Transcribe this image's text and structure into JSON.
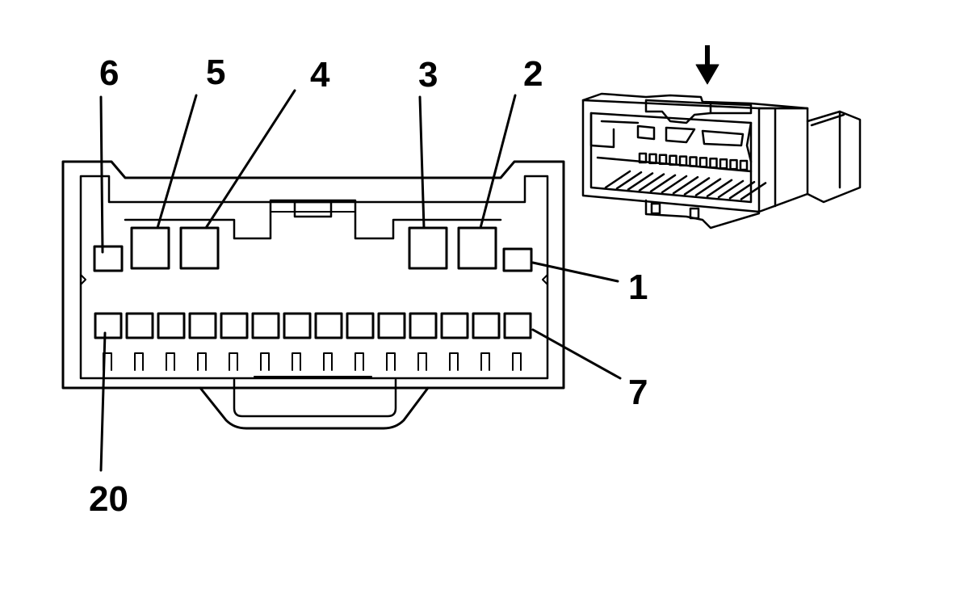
{
  "colors": {
    "stroke": "#000000",
    "background": "#ffffff"
  },
  "view_indicator_icon": "arrow-down-icon",
  "pin_labels": {
    "pin_1": "1",
    "pin_2": "2",
    "pin_3": "3",
    "pin_4": "4",
    "pin_5": "5",
    "pin_6": "6",
    "pin_7": "7",
    "pin_20": "20"
  }
}
